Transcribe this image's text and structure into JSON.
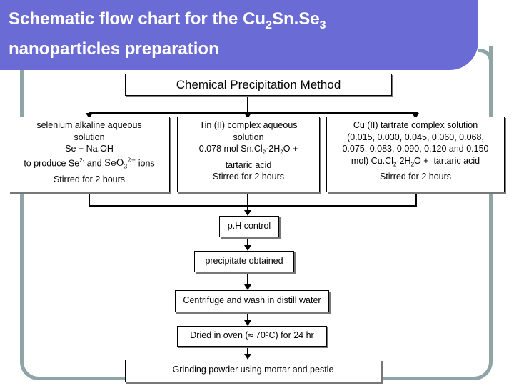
{
  "title": {
    "line1_pre": "Schematic flow chart for the Cu",
    "line1_sub1": "2",
    "line1_mid": "Sn.Se",
    "line1_sub2": "3",
    "line2": "nanoparticles preparation"
  },
  "method": "Chemical Precipitation Method",
  "selenium": {
    "l1": "selenium alkaline aqueous",
    "l2": "solution",
    "l3": "Se + Na.OH",
    "l4_pre": "to produce Se",
    "l4_sup": "2-",
    "l4_and": " and ",
    "seo_base": "SeO",
    "seo_sup": "2−",
    "seo_sub": "3",
    "l4_post": " ions",
    "l5": "Stirred for 2 hours"
  },
  "tin": {
    "l1": "Tin (II) complex aqueous",
    "l2": "solution",
    "l3_pre": "0.078 mol Sn.Cl",
    "l3_sub1": "2",
    "l3_mid": "·2H",
    "l3_sub2": "2",
    "l3_post": "O +",
    "l4": "tartaric acid",
    "l5": "Stirred for 2 hours"
  },
  "copper": {
    "l1": "Cu (II) tartrate complex solution",
    "l2": "(0.015, 0.030, 0.045, 0.060, 0.068,",
    "l3": "0.075, 0.083, 0.090, 0.120 and 0.150",
    "l4_pre": "mol) Cu.Cl",
    "l4_sub1": "2",
    "l4_mid": "·2H",
    "l4_sub2": "2",
    "l4_post": "O +  tartaric acid",
    "l5": "Stirred for 2 hours"
  },
  "steps": {
    "ph": "p.H control",
    "precipitate": "precipitate obtained",
    "centrifuge": "Centrifuge and wash in distill water",
    "dried": "Dried in oven (≈ 70ᵒC) for 24 hr",
    "grinding": "Grinding powder using mortar and pestle"
  }
}
